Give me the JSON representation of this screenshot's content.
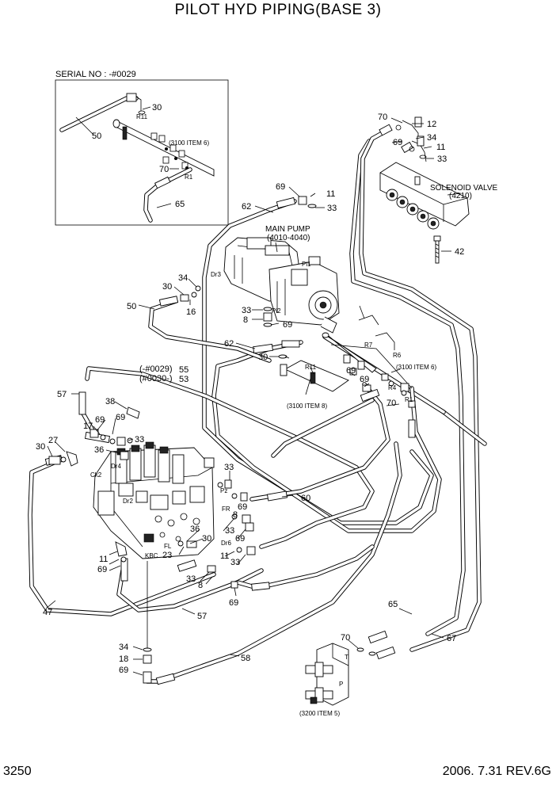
{
  "title": "PILOT HYD PIPING(BASE 3)",
  "page_number": "3250",
  "revision": "2006. 7.31 REV.6G",
  "inset": {
    "serial_text": "SERIAL NO : -#0029",
    "labels": [
      "30",
      "R11",
      "50",
      "(3100 ITEM 6)",
      "70",
      "R1",
      "65"
    ]
  },
  "components": {
    "main_pump": "MAIN PUMP",
    "main_pump_range": "(4010-4040)",
    "solenoid_valve": "SOLENOID VALVE",
    "solenoid_valve_item": "(4210)",
    "ref_3100_item8": "(3100 ITEM 8)",
    "ref_3100_item6": "(3100 ITEM 6)",
    "ref_3200_item5": "(3200 ITEM 5)",
    "serial_split_1": "(-#0029)",
    "serial_split_2": "(#0030-)"
  },
  "port_labels": [
    "Pi1",
    "Dr3",
    "Pi2",
    "R11",
    "R7",
    "R6",
    "R4",
    "R1",
    "Ck2",
    "Dr4",
    "Dr2",
    "Pz",
    "FR",
    "Dr6",
    "FL",
    "KBC",
    "T",
    "P"
  ],
  "callouts": [
    "12",
    "34",
    "11",
    "33",
    "70",
    "69",
    "42",
    "69",
    "11",
    "33",
    "62",
    "34",
    "30",
    "16",
    "50",
    "33",
    "8",
    "69",
    "62",
    "30",
    "69",
    "69",
    "70",
    "55",
    "53",
    "57",
    "38",
    "69",
    "69",
    "17",
    "33",
    "36",
    "27",
    "30",
    "33",
    "8",
    "69",
    "60",
    "36",
    "30",
    "33",
    "69",
    "11",
    "33",
    "11",
    "69",
    "23",
    "33",
    "8",
    "69",
    "47",
    "57",
    "34",
    "18",
    "69",
    "58",
    "65",
    "67",
    "70"
  ]
}
